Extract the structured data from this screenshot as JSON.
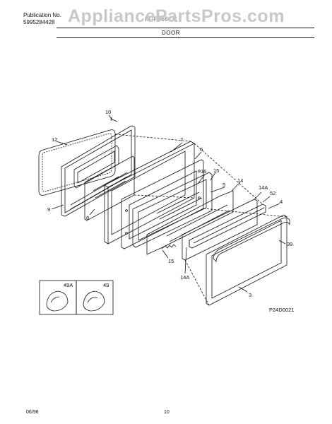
{
  "header": {
    "publication_label": "Publication No.",
    "publication_number": "5995284428",
    "watermark": "AppliancePartsPros.com",
    "model_number": "FGF366CC",
    "section_title": "DOOR"
  },
  "diagram": {
    "callouts": [
      "10",
      "12",
      "7",
      "6",
      "16",
      "15",
      "5",
      "14",
      "14A",
      "52",
      "4",
      "39",
      "9",
      "8",
      "15",
      "14A",
      "3",
      "49A",
      "49"
    ],
    "figure_code": "P24D0021"
  },
  "footer": {
    "date": "06/96",
    "page_number": "10"
  }
}
